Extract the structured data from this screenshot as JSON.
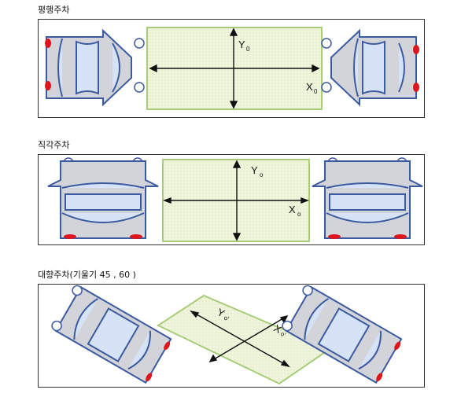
{
  "sections": [
    {
      "title": "평행주차",
      "y_label": "Y",
      "y_sub": "0",
      "x_label": "X",
      "x_sub": "0"
    },
    {
      "title": "직각주차",
      "y_label": "Y",
      "y_sub": "o",
      "x_label": "X",
      "x_sub": "o"
    },
    {
      "title": "대향주차(기울기 45 , 60 )",
      "y_label": "Y",
      "y_sub": "o'",
      "x_label": "X",
      "x_sub": "o'"
    }
  ],
  "colors": {
    "car_body": "#d2d4d9",
    "car_outline": "#3b5aa0",
    "window_fill": "#d6e3f6",
    "tail_light": "#e0141b",
    "headlight": "#ffffff",
    "zone_fill": "#eef5dc",
    "zone_border": "#a9cc7a",
    "axis": "#111111"
  }
}
